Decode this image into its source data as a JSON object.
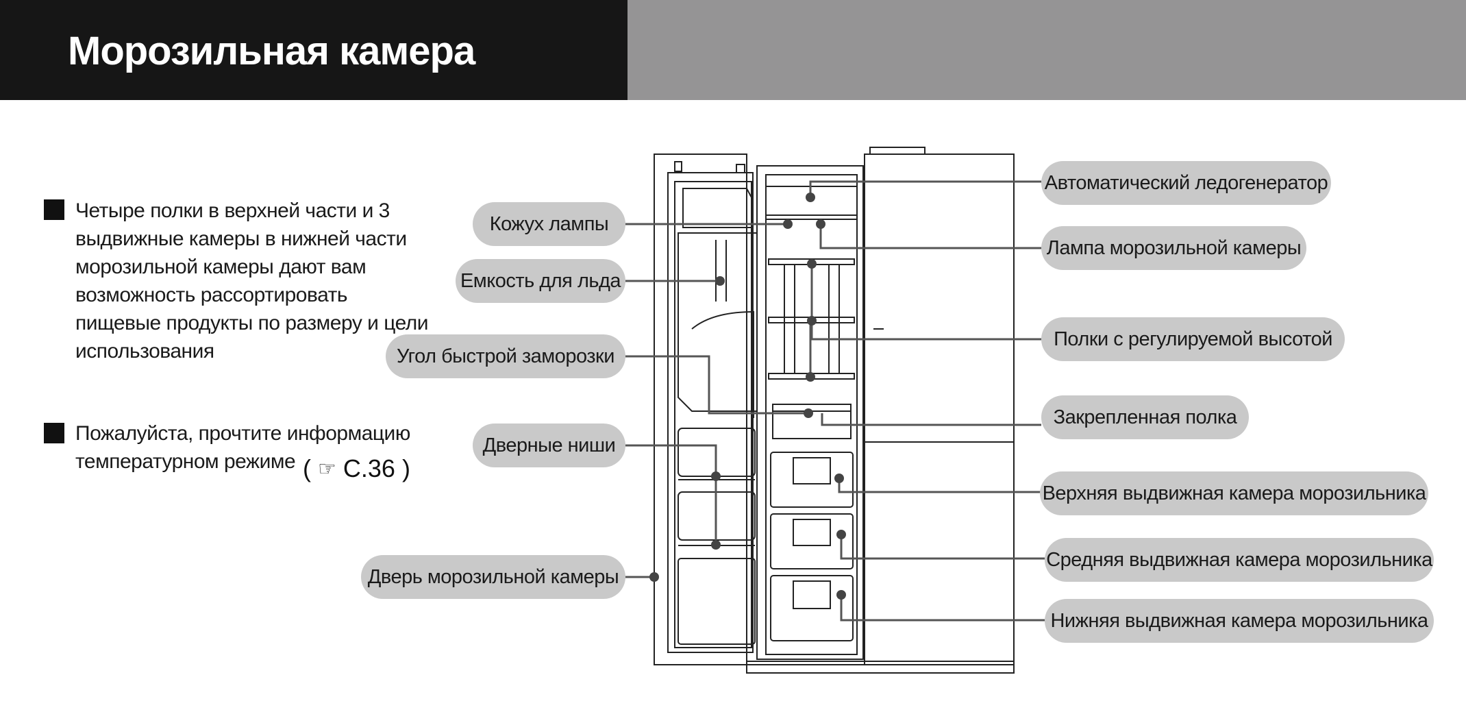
{
  "header": {
    "title": "Морозильная камера"
  },
  "notes": [
    {
      "text": "Четыре полки в верхней части и 3 выдвижные камеры в нижней части морозильной камеры дают вам возможность рассортировать пищевые продукты по размеру и цели использования"
    },
    {
      "text": "Пожалуйста, прочтите информацию температурном режиме"
    }
  ],
  "page_reference": {
    "open": "(",
    "icon": "pointing-hand-icon",
    "label": "C.36",
    "close": ")"
  },
  "callouts_left": [
    {
      "label": "Кожух лампы"
    },
    {
      "label": "Емкость для льда"
    },
    {
      "label": "Угол быстрой заморозки"
    },
    {
      "label": "Дверные ниши"
    },
    {
      "label": "Дверь морозильной камеры"
    }
  ],
  "callouts_right": [
    {
      "label": "Автоматический ледогенератор"
    },
    {
      "label": "Лампа морозильной камеры"
    },
    {
      "label": "Полки с регулируемой высотой"
    },
    {
      "label": "Закрепленная полка"
    },
    {
      "label": "Верхняя выдвижная камера морозильника"
    },
    {
      "label": "Средняя выдвижная камера морозильника"
    },
    {
      "label": "Нижняя выдвижная камера морозильника"
    }
  ],
  "colors": {
    "header_dark": "#161616",
    "header_gray": "#959495",
    "callout_fill": "#c9c9c9",
    "leader": "#555555"
  }
}
